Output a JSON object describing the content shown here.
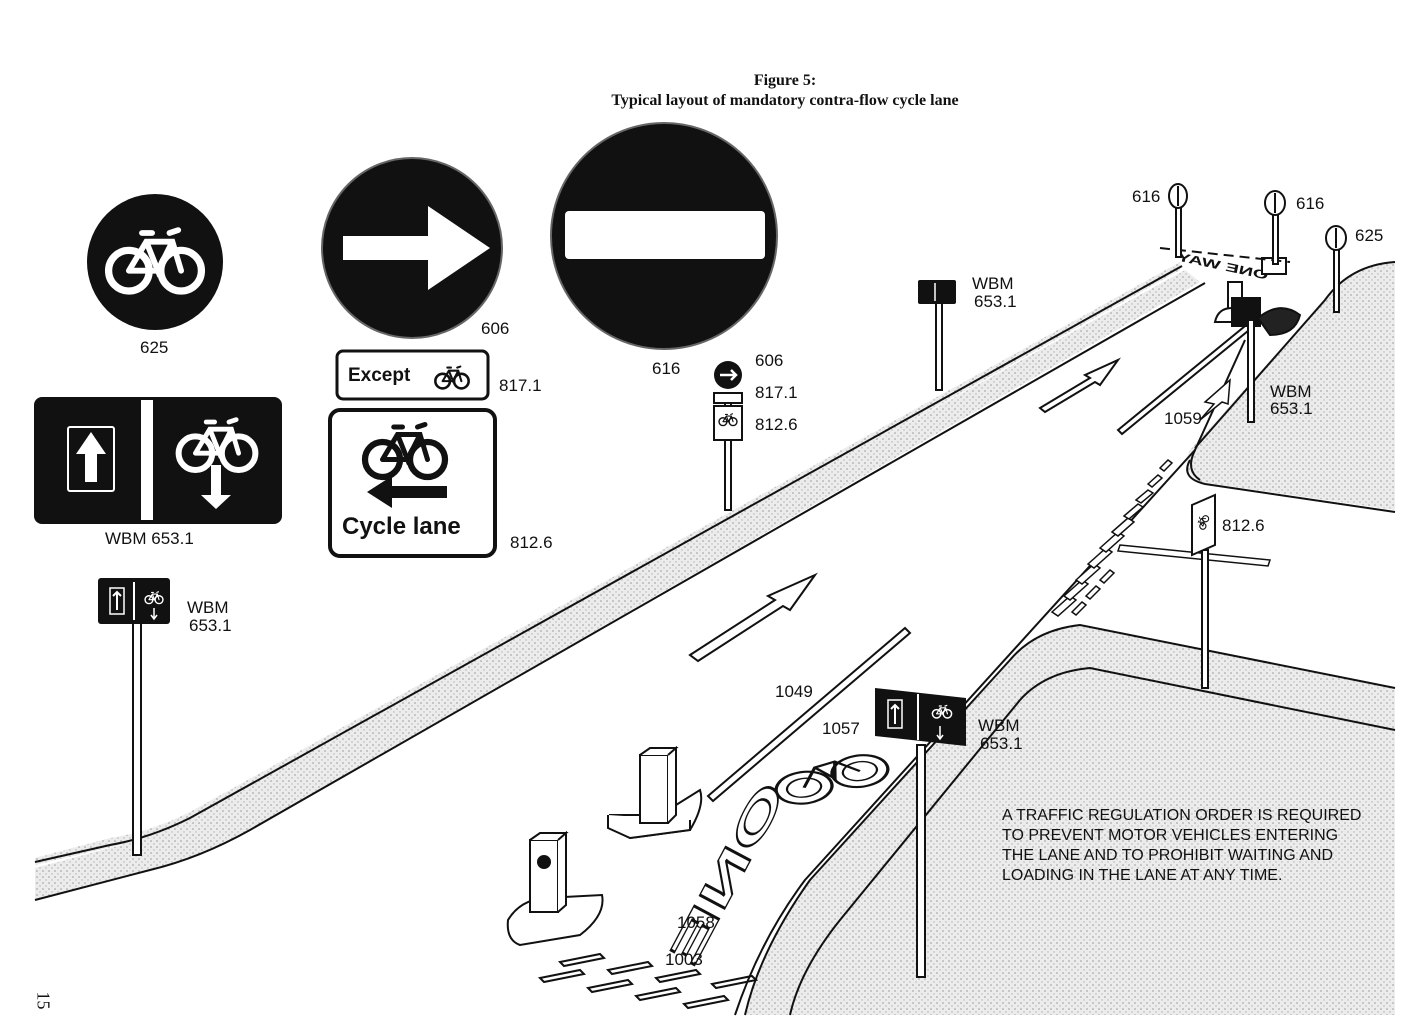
{
  "figure": {
    "title": "Figure 5:",
    "subtitle": "Typical layout of mandatory contra-flow cycle lane"
  },
  "signs": {
    "sign_625_number": "625",
    "sign_606_number": "606",
    "sign_616_number": "616",
    "wbm_large_caption": "WBM  653.1",
    "sign_817_text": "Except",
    "sign_817_number": "817.1",
    "sign_812_text": "Cycle lane",
    "sign_812_number": "812.6"
  },
  "scene_labels": {
    "post_616_a": "616",
    "post_616_b": "616",
    "post_625": "625",
    "wbm_far_left_1": "WBM",
    "wbm_far_left_2": "653.1",
    "wbm_mid_1": "WBM",
    "wbm_mid_2": "653.1",
    "wbm_right_1": "WBM",
    "wbm_right_2": "653.1",
    "wbm_front_1": "WBM",
    "wbm_front_2": "653.1",
    "stack_606": "606",
    "stack_817": "817.1",
    "stack_812": "812.6",
    "side_812": "812.6",
    "marking_1059": "1059",
    "marking_1049": "1049",
    "marking_1057": "1057",
    "marking_1058": "1058",
    "marking_1003": "1003",
    "road_word_one": "ONE",
    "far_road_word": "ONE WAY"
  },
  "note": {
    "line1": "A TRAFFIC REGULATION ORDER IS REQUIRED",
    "line2": "TO PREVENT MOTOR VEHICLES ENTERING",
    "line3": "THE LANE AND TO PROHIBIT WAITING AND",
    "line4": "LOADING IN THE LANE AT ANY TIME."
  },
  "page_number": "15",
  "colors": {
    "ink": "#111111",
    "paper": "#ffffff",
    "shade": "#e6e6e6"
  }
}
